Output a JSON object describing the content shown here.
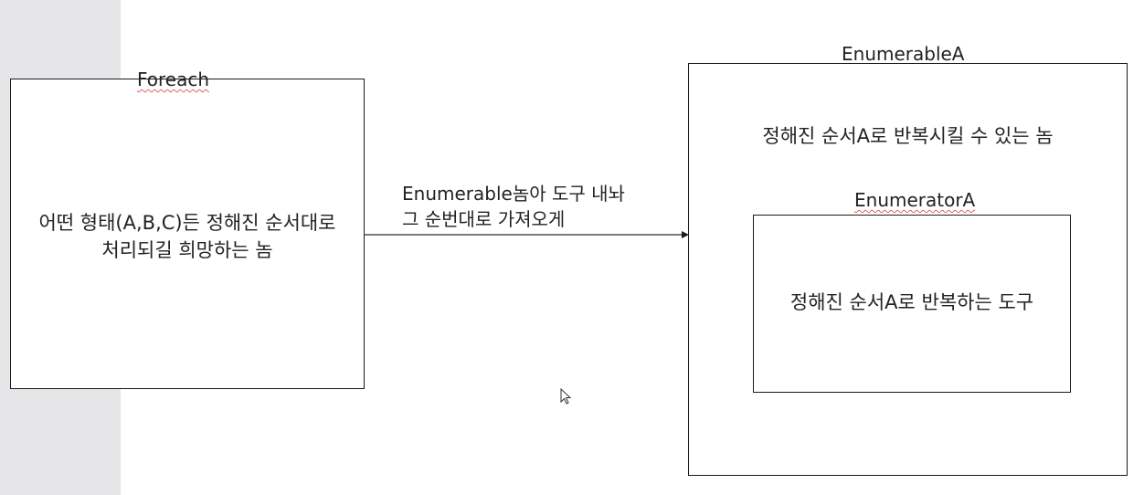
{
  "foreach": {
    "title": "Foreach",
    "line1": "어떤 형태(A,B,C)든 정해진 순서대로",
    "line2": "처리되길 희망하는 놈"
  },
  "connector": {
    "line1": "Enumerable놈아 도구 내놔",
    "line2": "그 순번대로 가져오게"
  },
  "enumerable": {
    "title": "EnumerableA",
    "description": "정해진 순서A로 반복시킬 수 있는 놈"
  },
  "enumerator": {
    "title": "EnumeratorA",
    "description": "정해진 순서A로 반복하는 도구"
  },
  "icons": {
    "arrowhead": "arrowhead-icon",
    "cursor": "mouse-cursor-icon"
  }
}
